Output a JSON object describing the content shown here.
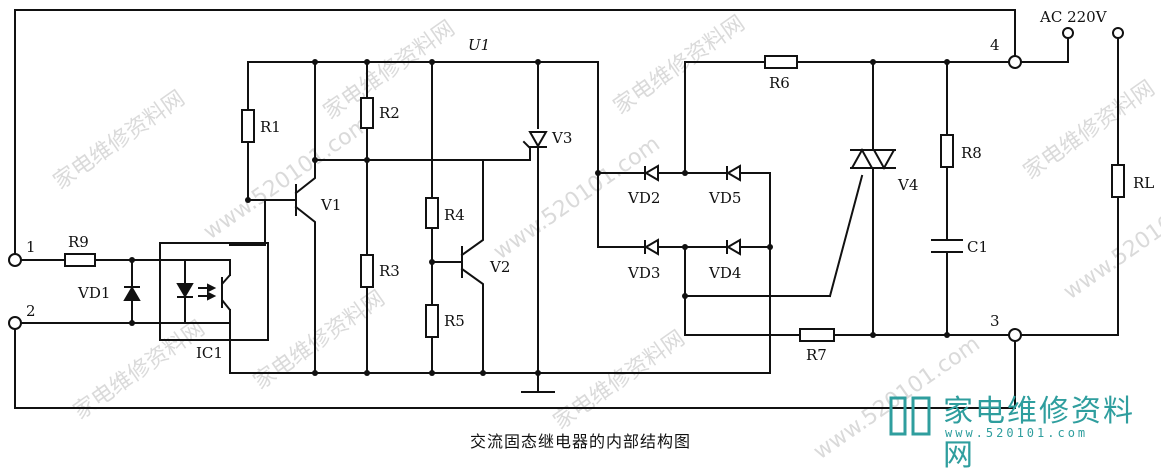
{
  "title_label": "U1",
  "caption": "交流固态继电器的内部结构图",
  "supply_label": "AC 220V",
  "terminals": [
    "1",
    "2",
    "3",
    "4"
  ],
  "components": {
    "R1": "R1",
    "R2": "R2",
    "R3": "R3",
    "R4": "R4",
    "R5": "R5",
    "R6": "R6",
    "R7": "R7",
    "R8": "R8",
    "R9": "R9",
    "RL": "RL",
    "C1": "C1",
    "V1": "V1",
    "V2": "V2",
    "V3": "V3",
    "V4": "V4",
    "VD1": "VD1",
    "VD2": "VD2",
    "VD3": "VD3",
    "VD4": "VD4",
    "VD5": "VD5",
    "IC1": "IC1"
  },
  "watermark": {
    "text": "家电维修资料网",
    "url": "www.520101.com"
  },
  "logo": {
    "brand": "家电维修资料网",
    "url": "www.520101.com"
  },
  "colors": {
    "ink": "#111111",
    "watermark": "#dadada",
    "logo": "#2f9e9e"
  }
}
